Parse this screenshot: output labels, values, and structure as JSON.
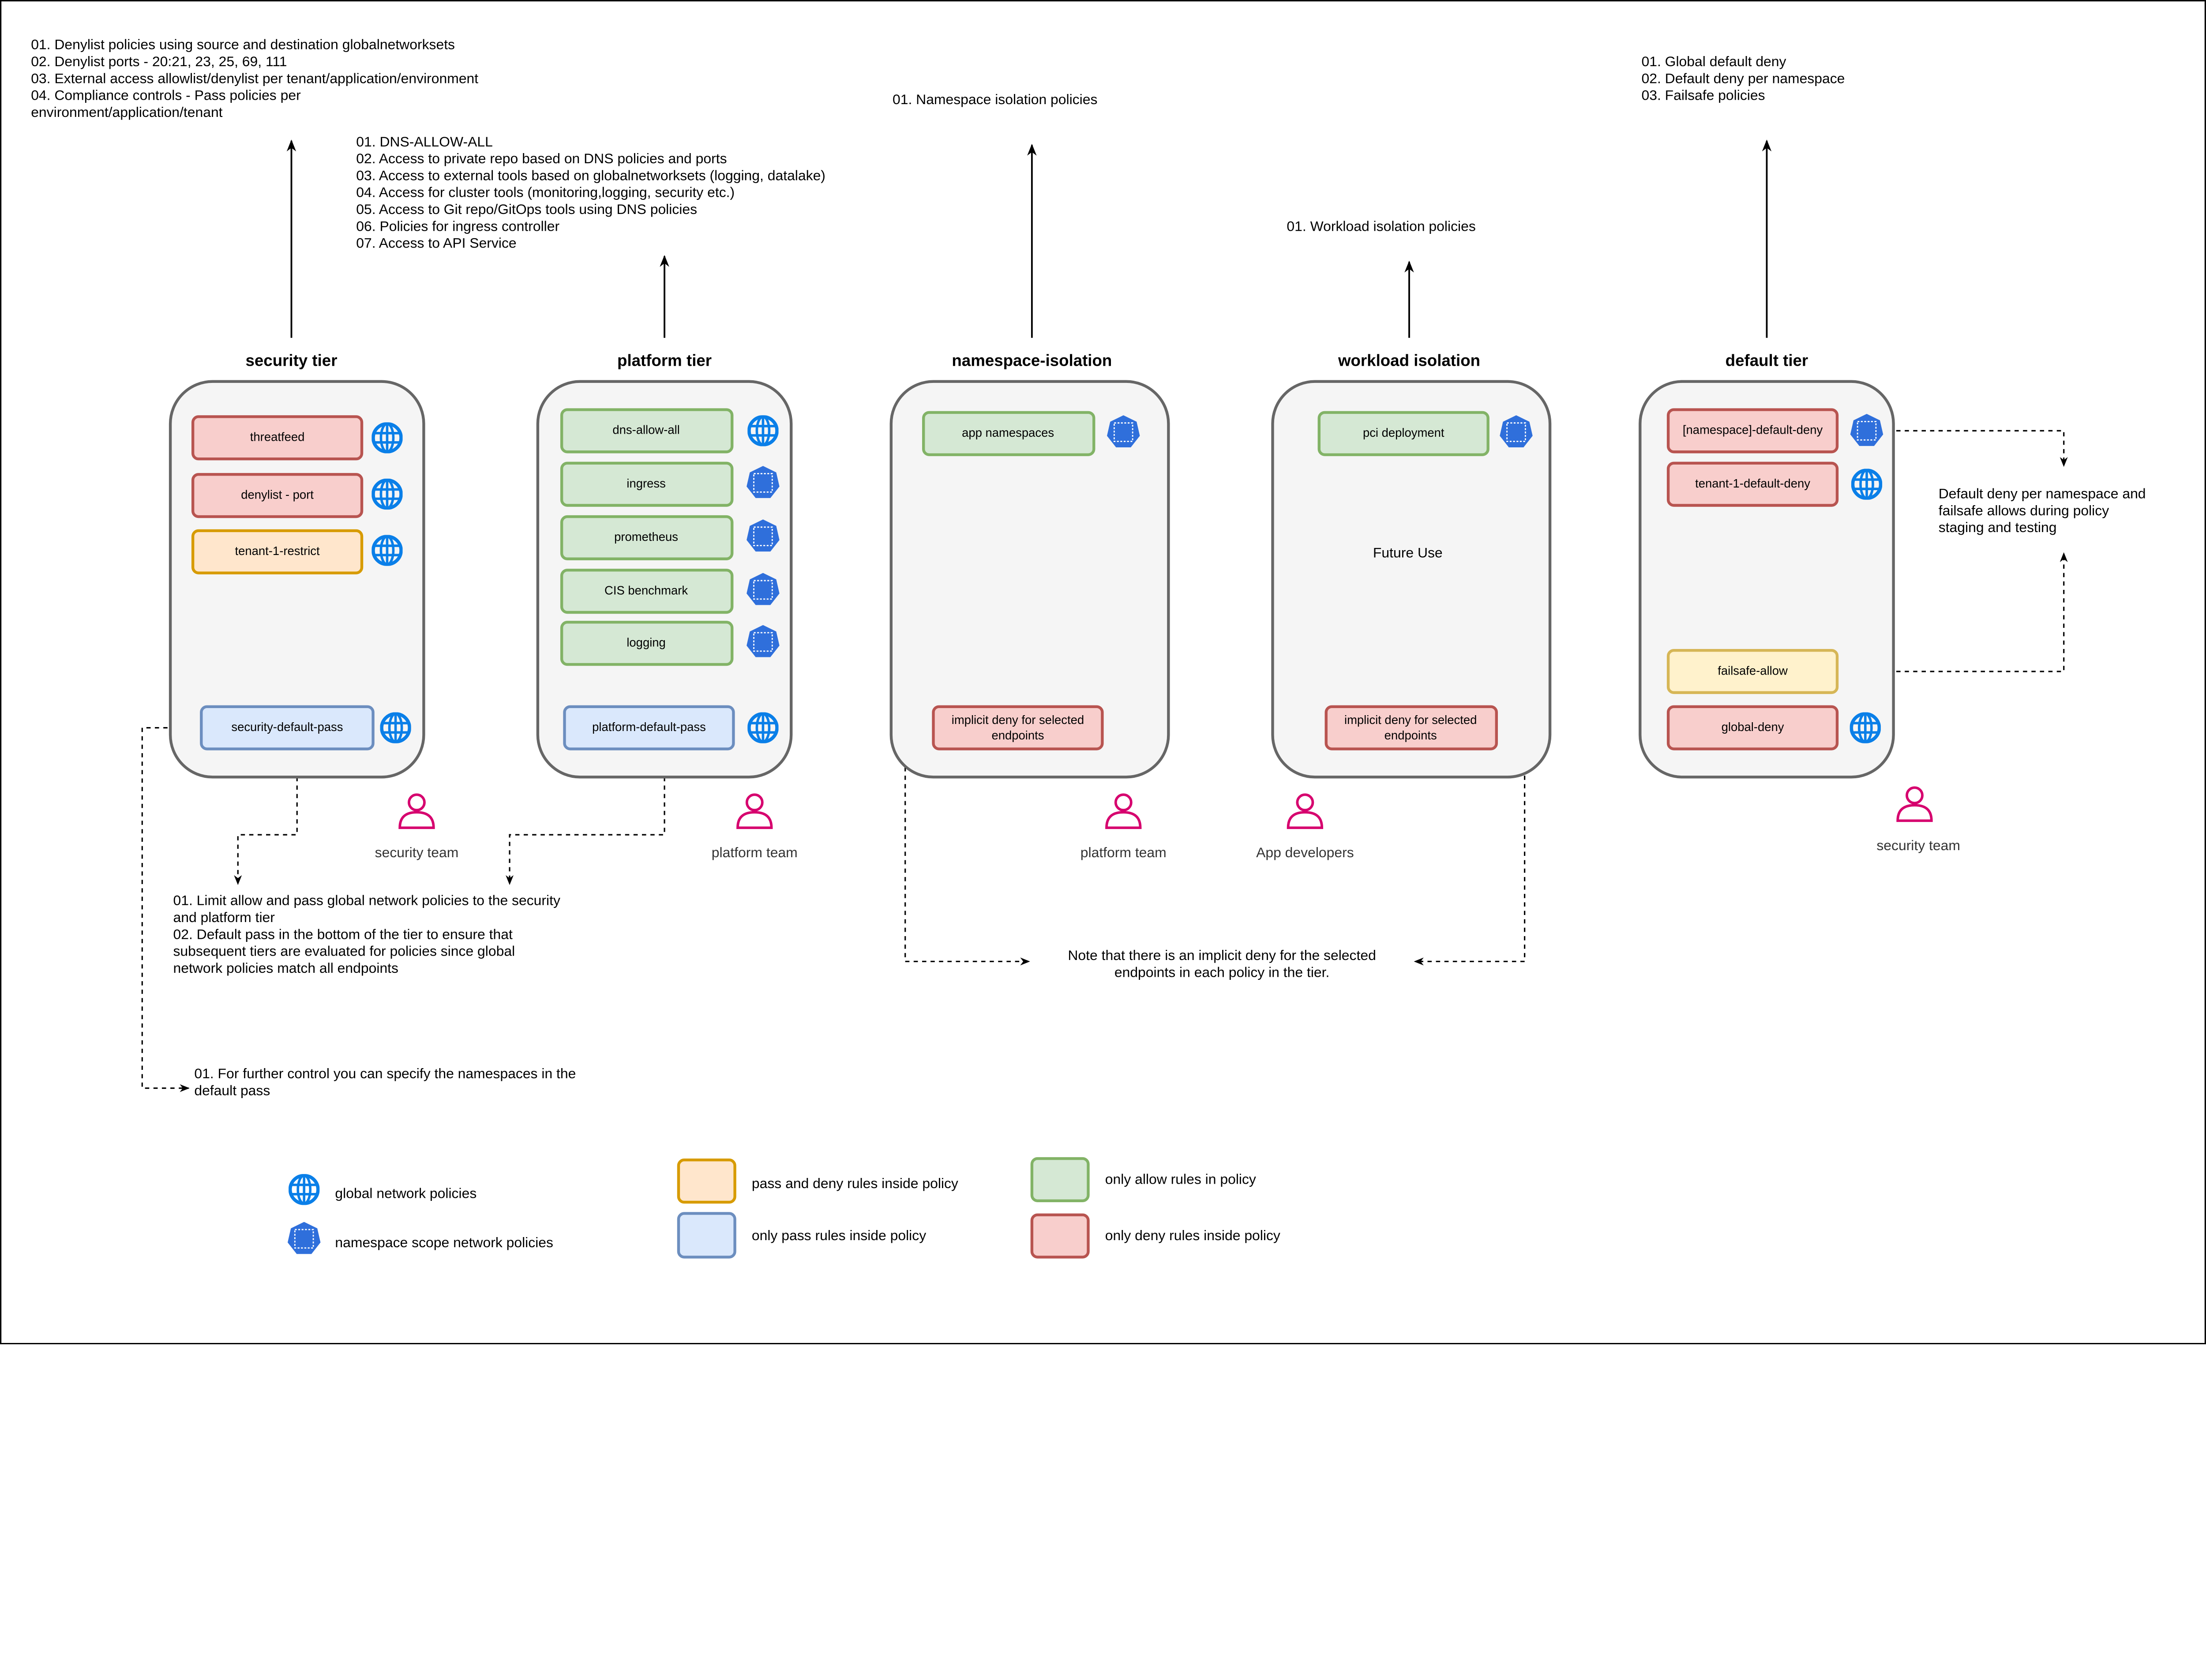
{
  "colors": {
    "deny_fill": "#f8cecc",
    "deny_stroke": "#b85450",
    "passdeny_fill": "#ffe6cc",
    "passdeny_stroke": "#d79b00",
    "allow_fill": "#d5e8d4",
    "allow_stroke": "#82b366",
    "pass_fill": "#dae8fc",
    "pass_stroke": "#6c8ebf",
    "failsafe_fill": "#fff2cc",
    "failsafe_stroke": "#d6b656",
    "global_icon": "#0a7fe8",
    "namespace_icon": "#2f6fdb",
    "person_icon": "#d6006e"
  },
  "notes": {
    "security": [
      "01. Denylist policies using source and destination globalnetworksets",
      "02. Denylist ports - 20:21, 23, 25, 69, 111",
      "03. External access allowlist/denylist per tenant/application/environment",
      "04. Compliance controls - Pass policies per",
      "environment/application/tenant"
    ],
    "platform": [
      "01. DNS-ALLOW-ALL",
      "02. Access to private repo based on DNS policies and ports",
      "03. Access to external tools based on globalnetworksets (logging, datalake)",
      "04. Access for cluster tools (monitoring,logging, security etc.)",
      "05. Access to Git repo/GitOps tools using DNS policies",
      "06. Policies for ingress controller",
      "07. Access to API Service"
    ],
    "namespace": [
      "01. Namespace isolation policies"
    ],
    "workload": [
      "01. Workload isolation policies"
    ],
    "default": [
      "01. Global default deny",
      "02. Default deny per namespace",
      "03. Failsafe policies"
    ],
    "default_side": [
      "Default deny per namespace and",
      "failsafe allows during policy",
      "staging and testing"
    ],
    "pass_tiers": [
      "01. Limit allow and pass global network policies to the security",
      "and platform tier",
      "02. Default pass in the bottom of the tier to ensure that",
      "subsequent tiers are evaluated for policies since global",
      "network policies match all endpoints"
    ],
    "namespaces_in_pass": [
      "01. For further control you can specify the namespaces in the",
      "default pass"
    ],
    "implicit_deny": [
      "Note that there is an implicit deny for the selected",
      "endpoints in each policy in the tier."
    ]
  },
  "tiers": {
    "security": {
      "title": "security tier",
      "policies": [
        "threatfeed",
        "denylist - port",
        "tenant-1-restrict",
        "security-default-pass"
      ],
      "team": "security team"
    },
    "platform": {
      "title": "platform tier",
      "policies": [
        "dns-allow-all",
        "ingress",
        "prometheus",
        "CIS benchmark",
        "logging",
        "platform-default-pass"
      ],
      "team": "platform team"
    },
    "namespace": {
      "title": "namespace-isolation",
      "policies": [
        "app namespaces"
      ],
      "implicit": [
        "implicit deny for selected",
        "endpoints"
      ],
      "team": "platform team"
    },
    "workload": {
      "title": "workload isolation",
      "policies": [
        "pci deployment"
      ],
      "future": "Future Use",
      "implicit": [
        "implicit deny for selected",
        "endpoints"
      ],
      "team": "App developers"
    },
    "default": {
      "title": "default tier",
      "policies": [
        "[namespace]-default-deny",
        "tenant-1-default-deny",
        "failsafe-allow",
        "global-deny"
      ],
      "team": "security team"
    }
  },
  "legend": {
    "global": "global network policies",
    "namespace": "namespace scope network policies",
    "pass_deny": "pass and deny rules inside policy",
    "pass_only": "only pass rules inside policy",
    "allow_only": "only allow rules in policy",
    "deny_only": "only deny rules inside policy"
  }
}
